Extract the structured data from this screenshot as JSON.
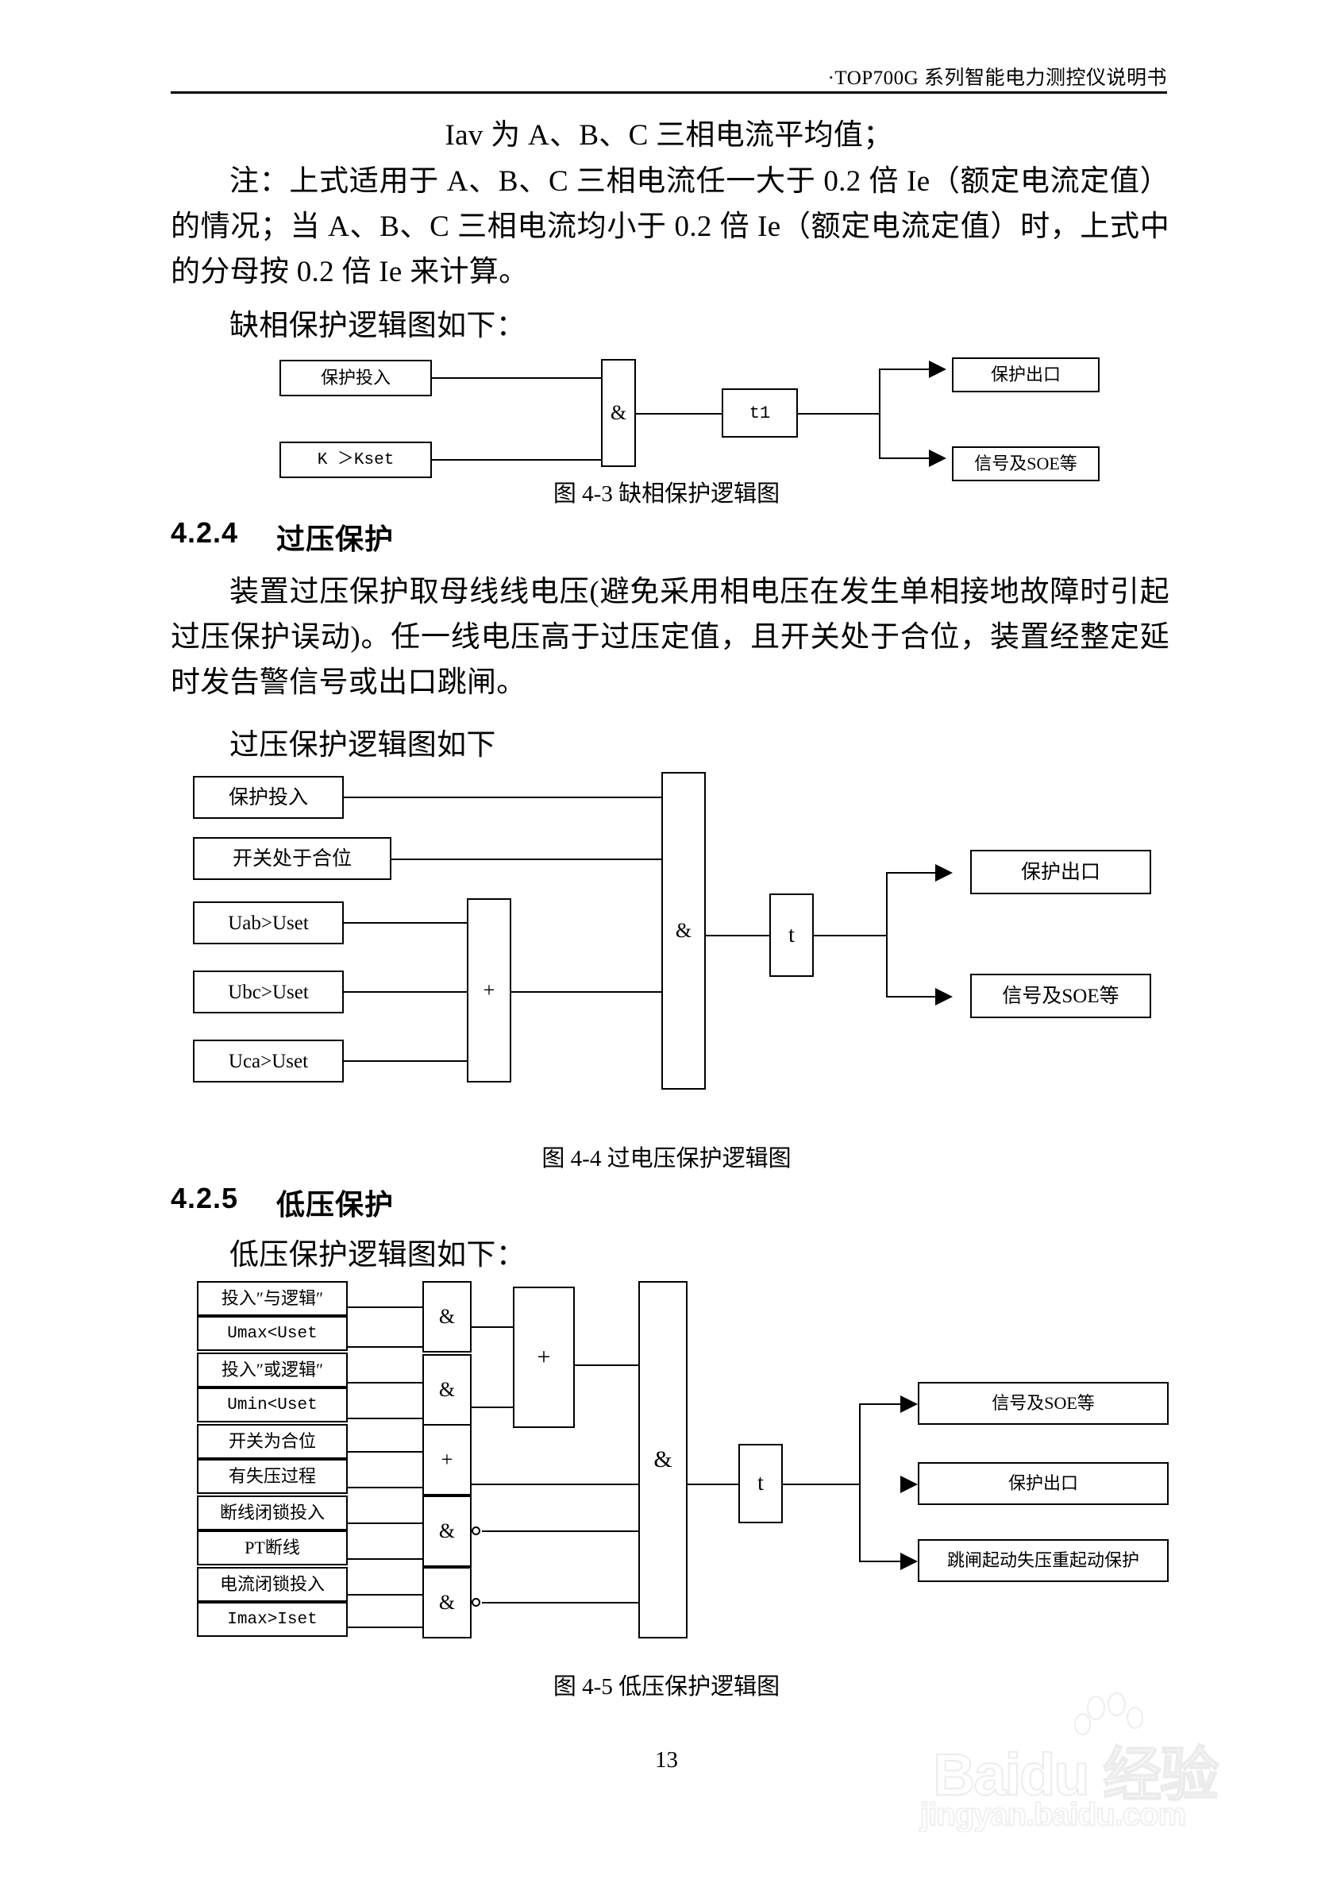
{
  "header": {
    "title": "·TOP700G 系列智能电力测控仪说明书"
  },
  "page_number": "13",
  "body": {
    "line_iav": "Iav 为 A、B、C 三相电流平均值；",
    "note_p": "注：上式适用于 A、B、C 三相电流任一大于 0.2 倍 Ie（额定电流定值）的情况；当 A、B、C 三相电流均小于 0.2 倍 Ie（额定电流定值）时，上式中的分母按 0.2 倍 Ie 来计算。",
    "lead_fig43": "缺相保护逻辑图如下：",
    "sec_424_num": "4.2.4",
    "sec_424_title": "过压保护",
    "sec_424_p": "装置过压保护取母线线电压(避免采用相电压在发生单相接地故障时引起过压保护误动)。任一线电压高于过压定值，且开关处于合位，装置经整定延时发告警信号或出口跳闸。",
    "lead_fig44": "过压保护逻辑图如下",
    "sec_425_num": "4.2.5",
    "sec_425_title": "低压保护",
    "lead_fig45": "低压保护逻辑图如下："
  },
  "figures": {
    "fig43": {
      "caption": "图 4-3    缺相保护逻辑图",
      "inputs": [
        "保护投入",
        "K ＞Kset"
      ],
      "gate": "&",
      "timer": "t1",
      "outputs": [
        "保护出口",
        "信号及SOE等"
      ]
    },
    "fig44": {
      "caption": "图 4-4    过电压保护逻辑图",
      "inputs": [
        "保护投入",
        "开关处于合位",
        "Uab>Uset",
        "Ubc>Uset",
        "Uca>Uset"
      ],
      "or_gate": "+",
      "and_gate": "&",
      "timer": "t",
      "outputs": [
        "保护出口",
        "信号及SOE等"
      ]
    },
    "fig45": {
      "caption": "图 4-5    低压保护逻辑图",
      "inputs": [
        "投入″与逻辑″",
        "Umax<Uset",
        "投入″或逻辑″",
        "Umin<Uset",
        "开关为合位",
        "有失压过程",
        "断线闭锁投入",
        "PT断线",
        "电流闭锁投入",
        "Imax>Iset"
      ],
      "gates": [
        "&",
        "&",
        "+",
        "&",
        "&"
      ],
      "or_gate": "+",
      "and_gate": "&",
      "timer": "t",
      "outputs": [
        "信号及SOE等",
        "保护出口",
        "跳闸起动失压重起动保护"
      ]
    }
  },
  "watermark": {
    "brand": "Baidu 经验",
    "brand_latin": "Baidu",
    "brand_cjk": "经验",
    "url": "jingyan.baidu.com"
  }
}
